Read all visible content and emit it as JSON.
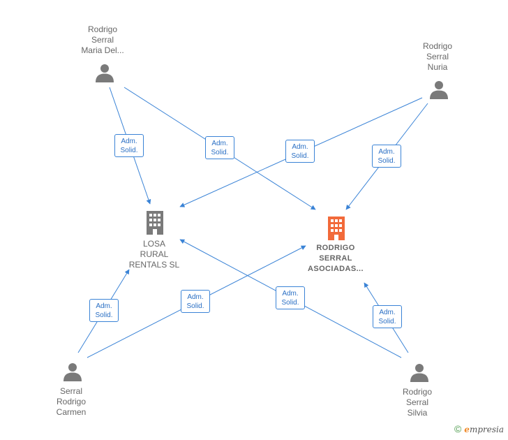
{
  "colors": {
    "edge": "#3a83d6",
    "person": "#7a7a7a",
    "company_gray": "#7a7a7a",
    "company_highlight": "#f26a3a"
  },
  "nodes": {
    "p_maria": {
      "lines": [
        "Rodrigo",
        "Serral",
        "Maria Del..."
      ],
      "icon": "person-icon"
    },
    "p_nuria": {
      "lines": [
        "Rodrigo",
        "Serral",
        "Nuria"
      ],
      "icon": "person-icon"
    },
    "p_carmen": {
      "lines": [
        "Serral",
        "Rodrigo",
        "Carmen"
      ],
      "icon": "person-icon"
    },
    "p_silvia": {
      "lines": [
        "Rodrigo",
        "Serral",
        "Silvia"
      ],
      "icon": "person-icon"
    },
    "c_losa": {
      "lines": [
        "LOSA",
        "RURAL",
        "RENTALS  SL"
      ],
      "icon": "building-icon"
    },
    "c_rodrigo": {
      "lines": [
        "RODRIGO",
        "SERRAL",
        "ASOCIADAS..."
      ],
      "icon": "building-icon"
    }
  },
  "edge_label": [
    "Adm.",
    "Solid."
  ],
  "footer": {
    "copyright": "©",
    "brand_e": "e",
    "brand_rest": "mpresia"
  }
}
